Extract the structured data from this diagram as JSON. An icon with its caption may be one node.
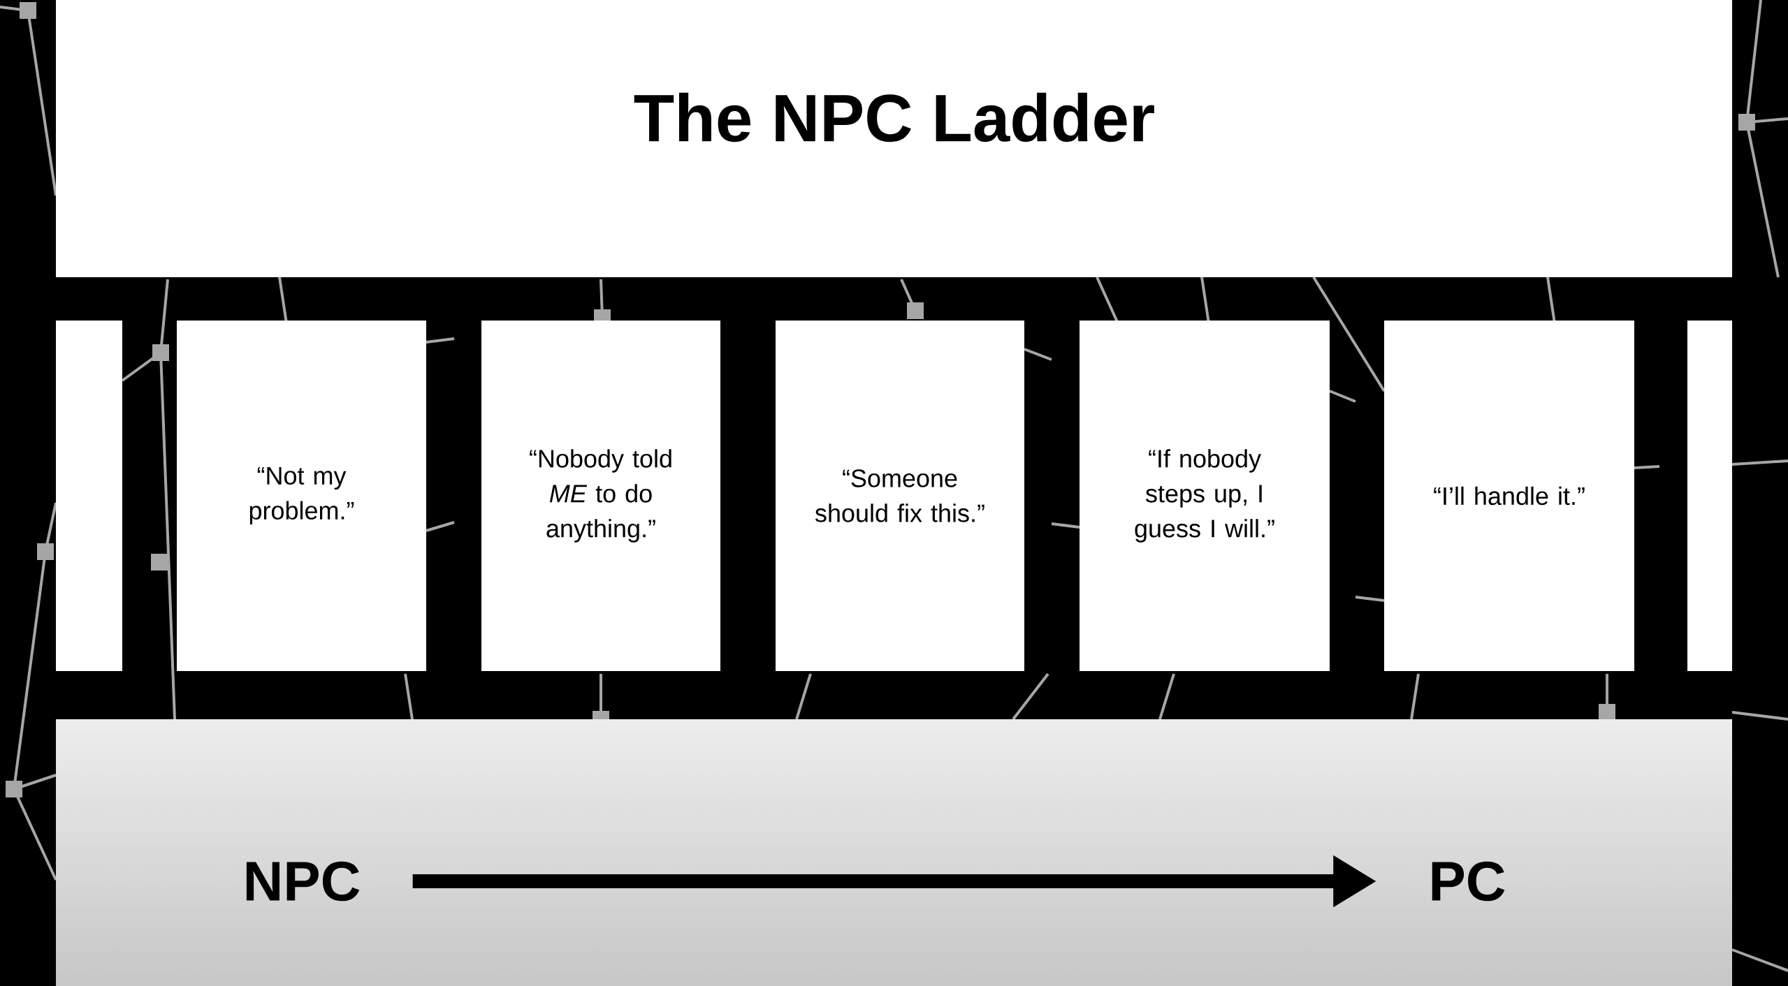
{
  "diagram": {
    "title": "The NPC Ladder",
    "nodes": [
      {
        "text": [],
        "shape": "box"
      },
      {
        "text": [
          "“Not my problem.”"
        ]
      },
      {
        "text": [
          "“Nobody told *ME* to do anything.”"
        ]
      },
      {
        "text": [
          "“Someone should fix this.”"
        ]
      },
      {
        "text": [
          "“If nobody steps up, I guess I will.”"
        ]
      },
      {
        "text": [
          "“I’ll handle it.”"
        ]
      },
      {
        "text": [],
        "shape": "box"
      },
      {
        "text": [
          "NPC"
        ]
      },
      {
        "text": [
          "PC"
        ]
      }
    ],
    "edges": [
      {
        "from": 7,
        "to": 8,
        "arrow": "to"
      }
    ]
  }
}
